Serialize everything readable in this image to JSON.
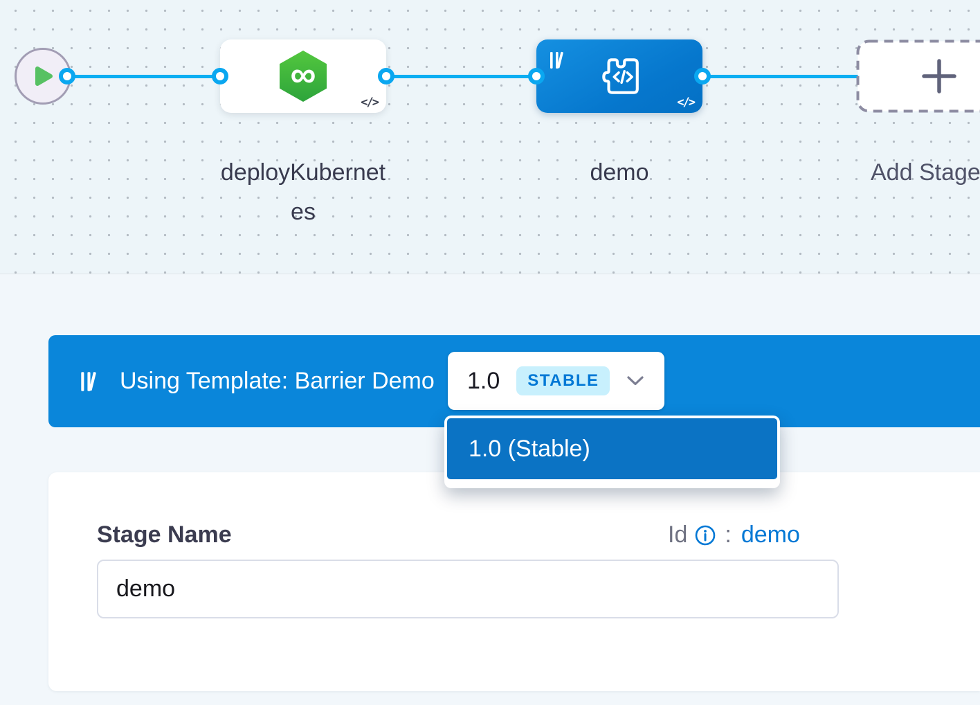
{
  "pipeline_canvas": {
    "start_node": {
      "icon": "play-icon"
    },
    "nodes": [
      {
        "label": "deployKubernetes",
        "icon": "deployment-infinity-icon",
        "icon_glyph": "∞",
        "code_badge": "</>"
      },
      {
        "label": "demo",
        "icon": "template-code-icon",
        "code_badge": "</>"
      }
    ],
    "add_stage": {
      "label": "Add Stage"
    }
  },
  "template_banner": {
    "icon": "template-library-icon",
    "text": "Using Template: Barrier Demo",
    "version": "1.0",
    "badge": "STABLE"
  },
  "version_menu": {
    "items": [
      {
        "label": "1.0 (Stable)",
        "selected": true
      }
    ]
  },
  "stage_form": {
    "name_label": "Stage Name",
    "name_value": "demo",
    "id_label": "Id",
    "id_colon": ":",
    "id_value": "demo"
  },
  "colors": {
    "accent_blue": "#0278d5",
    "banner_blue": "#0a86da",
    "edge_blue": "#0caef2",
    "menu_item_blue": "#0b73c4",
    "stable_badge_bg": "#c8f0fd",
    "node_green": "#3db63c",
    "canvas_bg": "#edf5f9"
  }
}
